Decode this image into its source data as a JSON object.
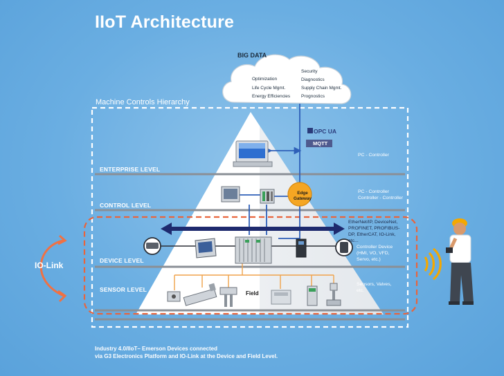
{
  "title": "IIoT Architecture",
  "hierarchy_label": "Machine Controls Hierarchy",
  "big_data": {
    "label": "BIG DATA",
    "left_items": [
      "Optimization",
      "Life Cycle Mgmt.",
      "Energy Efficiencies"
    ],
    "right_items": [
      "Security",
      "Diagnostics",
      "Supply Chain Mgmt.",
      "Prognostics"
    ]
  },
  "protocols": {
    "opc_ua": "OPC UA",
    "mqtt": "MQTT"
  },
  "levels": {
    "enterprise": "ENTERPRISE LEVEL",
    "control": "CONTROL LEVEL",
    "device": "DEVICE LEVEL",
    "sensor": "SENSOR LEVEL"
  },
  "side_labels": {
    "pc_controller": "PC - Controller",
    "pc_controller_2": "PC - Controller",
    "controller_controller": "Controller - Controller",
    "networks": "EtherNet/IP, DeviceNet, PROFINET, PROFIBUS-DP, EtherCAT, IO-Link, etc...",
    "controller_device": "Controller Device (HMI, VO, VFD, Servo, etc.)",
    "sensors": "Sensors, Valves, etc."
  },
  "edge_gateway": "Edge Gateway",
  "field_label": "Field",
  "io_link_label": "IO-Link",
  "footer": {
    "line1": "Industry 4.0/IIoT– Emerson Devices connected",
    "line2": "via G3 Electronics Platform and IO-Link at the Device and Field Level."
  },
  "colors": {
    "background": "#6aaee2",
    "pyramid": "#ffffff",
    "level_line": "#8a8f96",
    "network_arrow": "#1e2a6e",
    "connection_blue": "#2e5fb8",
    "io_link_dash": "#e8643c",
    "io_link_arrow": "#ef7144",
    "gateway": "#f5a623",
    "wireless": "#f5a800",
    "field_wire": "#f0a24a"
  },
  "icons": [
    "cloud-icon",
    "computer-icon",
    "hmi-panel-icon",
    "plc-icon",
    "valve-manifold-icon",
    "vfd-icon",
    "servo-icon",
    "sensor-icon",
    "cylinder-icon",
    "valve-icon",
    "worker-icon",
    "wireless-signal-icon"
  ]
}
